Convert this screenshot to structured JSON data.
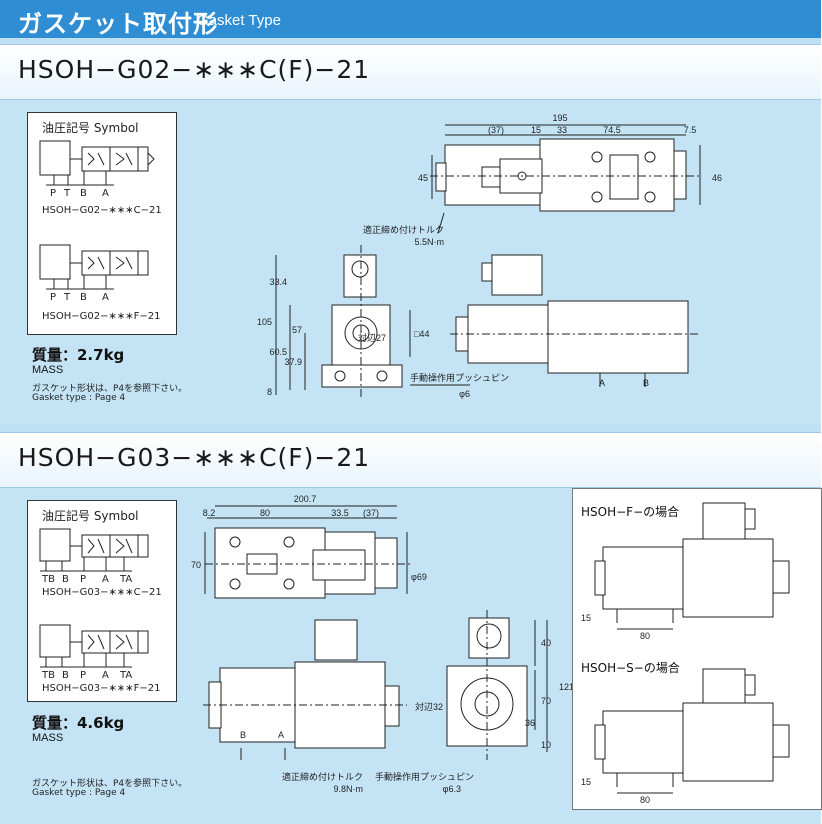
{
  "header": {
    "title_jp": "ガスケット取付形",
    "title_en": "Gasket Type"
  },
  "sections": [
    {
      "model": "HSOH−G02−∗∗∗C(F)−21",
      "symbol_title": "油圧記号 Symbol",
      "symbol_ports_1": [
        "P",
        "T",
        "B",
        "A"
      ],
      "symbol_model_1": "HSOH−G02−∗∗∗C−21",
      "symbol_ports_2": [
        "P",
        "T",
        "B",
        "A"
      ],
      "symbol_model_2": "HSOH−G02−∗∗∗F−21",
      "mass_label": "質量：2.7kg",
      "mass_en": "MASS",
      "note_jp": "ガスケット形状は、P4を参照下さい。",
      "note_en": "Gasket type : Page 4",
      "torque_jp": "適正締め付けトルク",
      "torque_val": "5.5N·m",
      "manual_pin_jp": "手動操作用プッシュピン",
      "manual_pin_val": "φ6",
      "dims_top": [
        "195",
        "(37)",
        "15",
        "33",
        "74.5",
        "7.5",
        "45",
        "46"
      ],
      "dims_side": [
        "105",
        "33.4",
        "60.5",
        "57",
        "37.9",
        "8",
        "対辺27",
        "□44"
      ],
      "ports_front": [
        "A",
        "B"
      ]
    },
    {
      "model": "HSOH−G03−∗∗∗C(F)−21",
      "symbol_title": "油圧記号 Symbol",
      "symbol_ports_1": [
        "TB",
        "B",
        "P",
        "A",
        "TA"
      ],
      "symbol_model_1": "HSOH−G03−∗∗∗C−21",
      "symbol_ports_2": [
        "TB",
        "B",
        "P",
        "A",
        "TA"
      ],
      "symbol_model_2": "HSOH−G03−∗∗∗F−21",
      "mass_label": "質量：4.6kg",
      "mass_en": "MASS",
      "note_jp": "ガスケット形状は、P4を参照下さい。",
      "note_en": "Gasket type : Page 4",
      "torque_jp": "適正締め付けトルク",
      "torque_val": "9.8N·m",
      "manual_pin_jp": "手動操作用プッシュピン",
      "manual_pin_val": "φ6.3",
      "dims_top": [
        "200.7",
        "8.2",
        "80",
        "33.5",
        "(37)",
        "70",
        "φ69"
      ],
      "dims_side": [
        "121",
        "40",
        "70",
        "36",
        "10",
        "対辺32"
      ],
      "ports_front": [
        "B",
        "A"
      ],
      "case_f": "HSOH−F−の場合",
      "case_s": "HSOH−S−の場合",
      "case_dims": [
        "15",
        "80"
      ]
    }
  ],
  "colors": {
    "header_blue": "#2f8ed3",
    "panel_blue": "#c4e4f6",
    "line": "#222222"
  }
}
